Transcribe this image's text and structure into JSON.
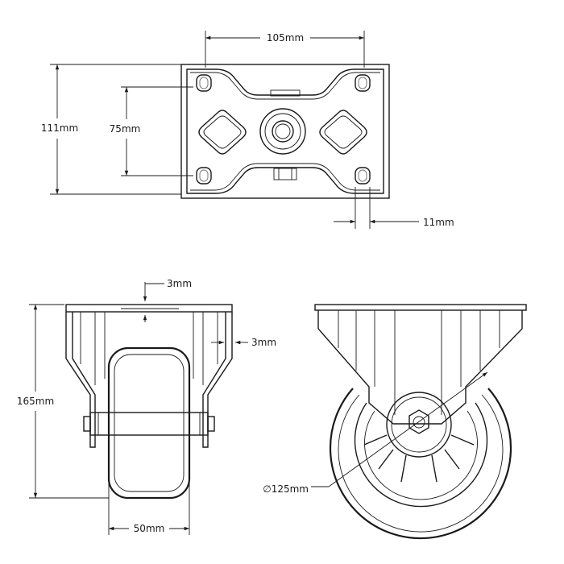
{
  "dimensions": {
    "top_width": "105mm",
    "top_height": "111mm",
    "hole_spacing": "75mm",
    "hole_size": "11mm",
    "plate_thickness": "3mm",
    "bracket_thickness": "3mm",
    "total_height": "165mm",
    "wheel_width": "50mm",
    "wheel_diameter": "∅125mm"
  },
  "colors": {
    "line": "#1a1a1a",
    "background": "#ffffff"
  }
}
